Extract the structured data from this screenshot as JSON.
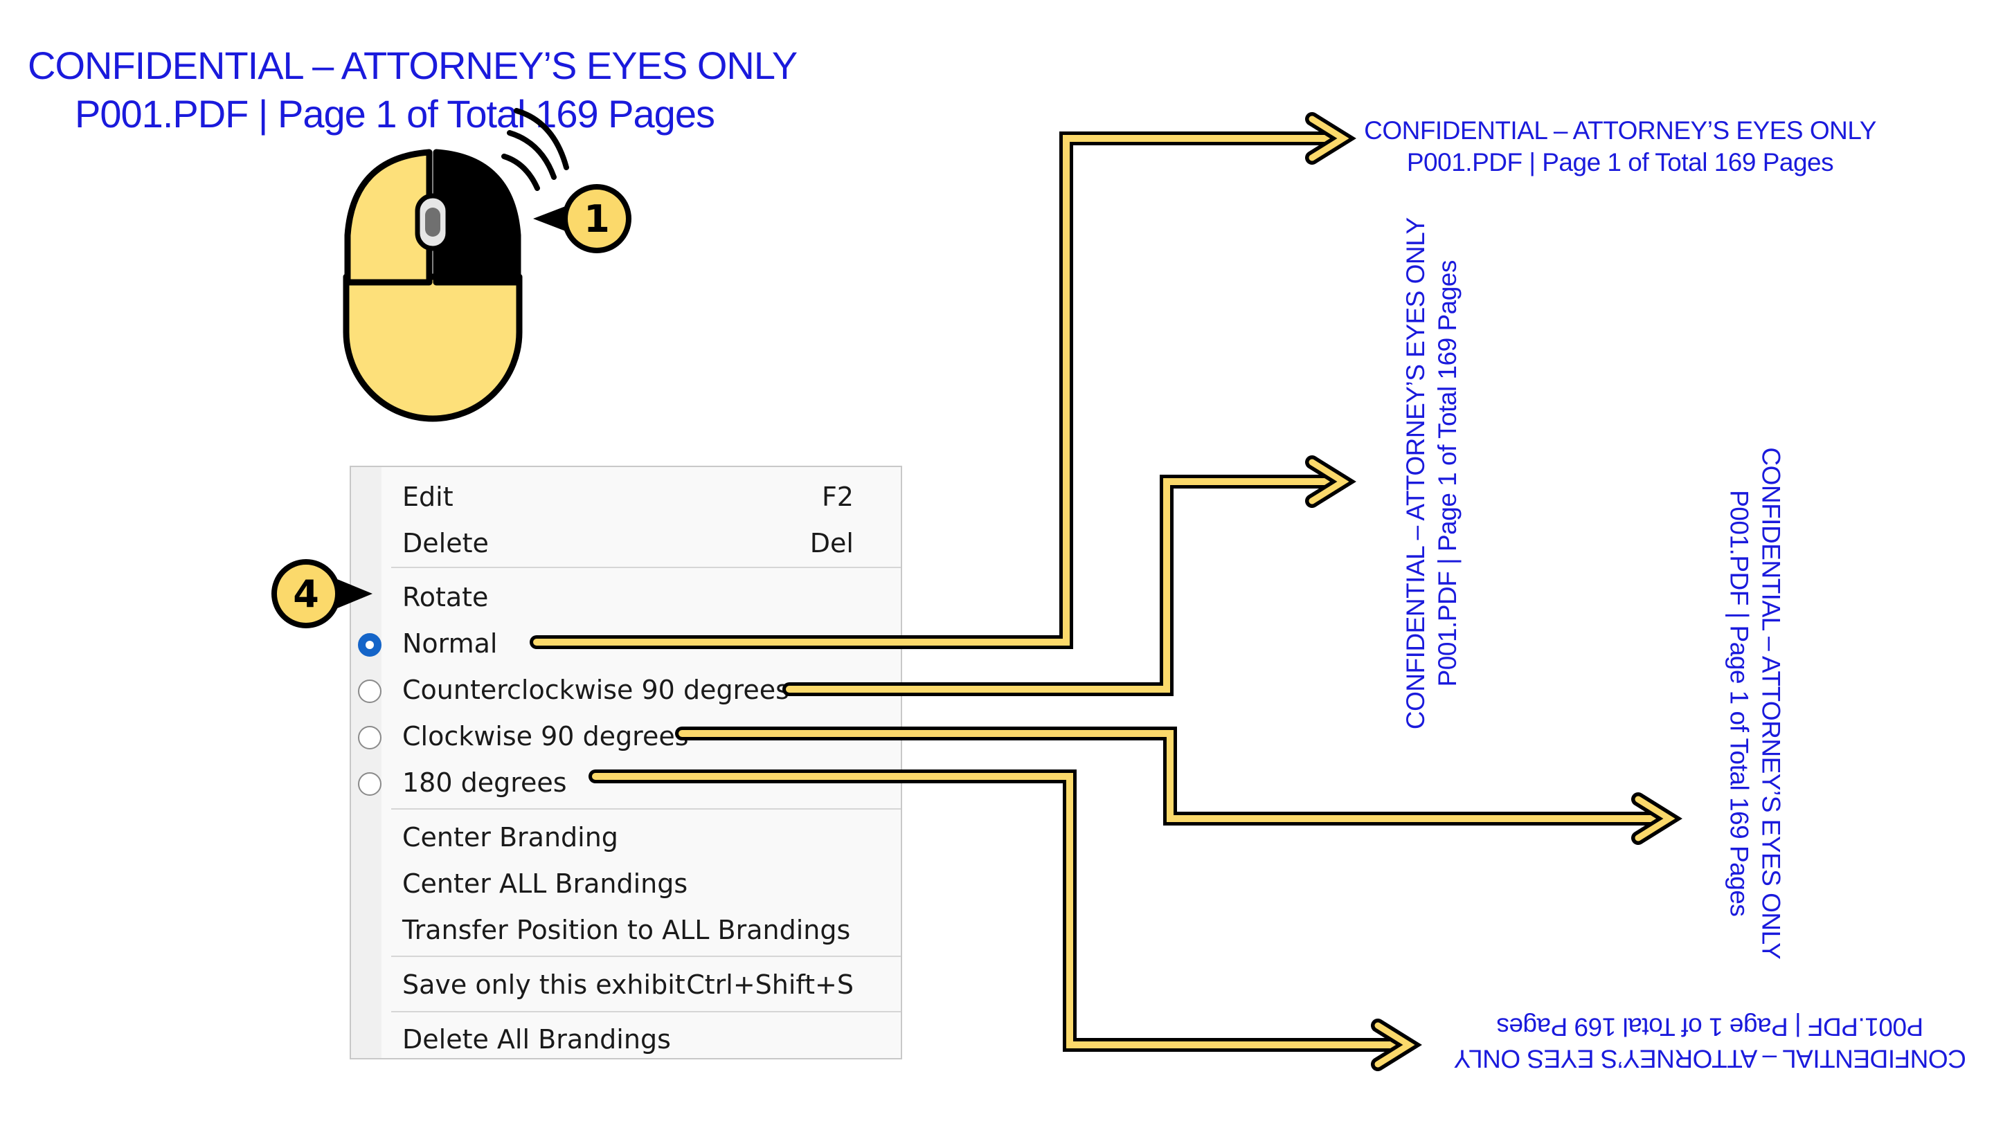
{
  "stamp": {
    "line1": "CONFIDENTIAL – ATTORNEY’S EYES ONLY",
    "line2": "P001.PDF  |  Page 1 of Total 169 Pages"
  },
  "callouts": {
    "mouse_step": "1",
    "menu_step": "4"
  },
  "context_menu": {
    "edit": {
      "label": "Edit",
      "shortcut": "F2"
    },
    "delete": {
      "label": "Delete",
      "shortcut": "Del"
    },
    "rotate_header": "Rotate",
    "rotate_options": [
      {
        "label": "Normal",
        "selected": true
      },
      {
        "label": "Counterclockwise 90 degrees",
        "selected": false
      },
      {
        "label": "Clockwise 90 degrees",
        "selected": false
      },
      {
        "label": "180 degrees",
        "selected": false
      }
    ],
    "center_branding": "Center Branding",
    "center_all_brandings": "Center ALL Brandings",
    "transfer_position": "Transfer Position to ALL Brandings",
    "save_exhibit": {
      "label": "Save only this exhibit",
      "shortcut": "Ctrl+Shift+S"
    },
    "delete_all_brandings": "Delete All Brandings"
  },
  "colors": {
    "stamp_text": "#1a1adc",
    "arrow_fill": "#fbd96b",
    "mouse_fill": "#fde07a",
    "radio_selected": "#1464c8"
  },
  "icons": [
    "mouse-icon",
    "wireless-signal-icon",
    "arrow-icon",
    "radio-icon"
  ]
}
